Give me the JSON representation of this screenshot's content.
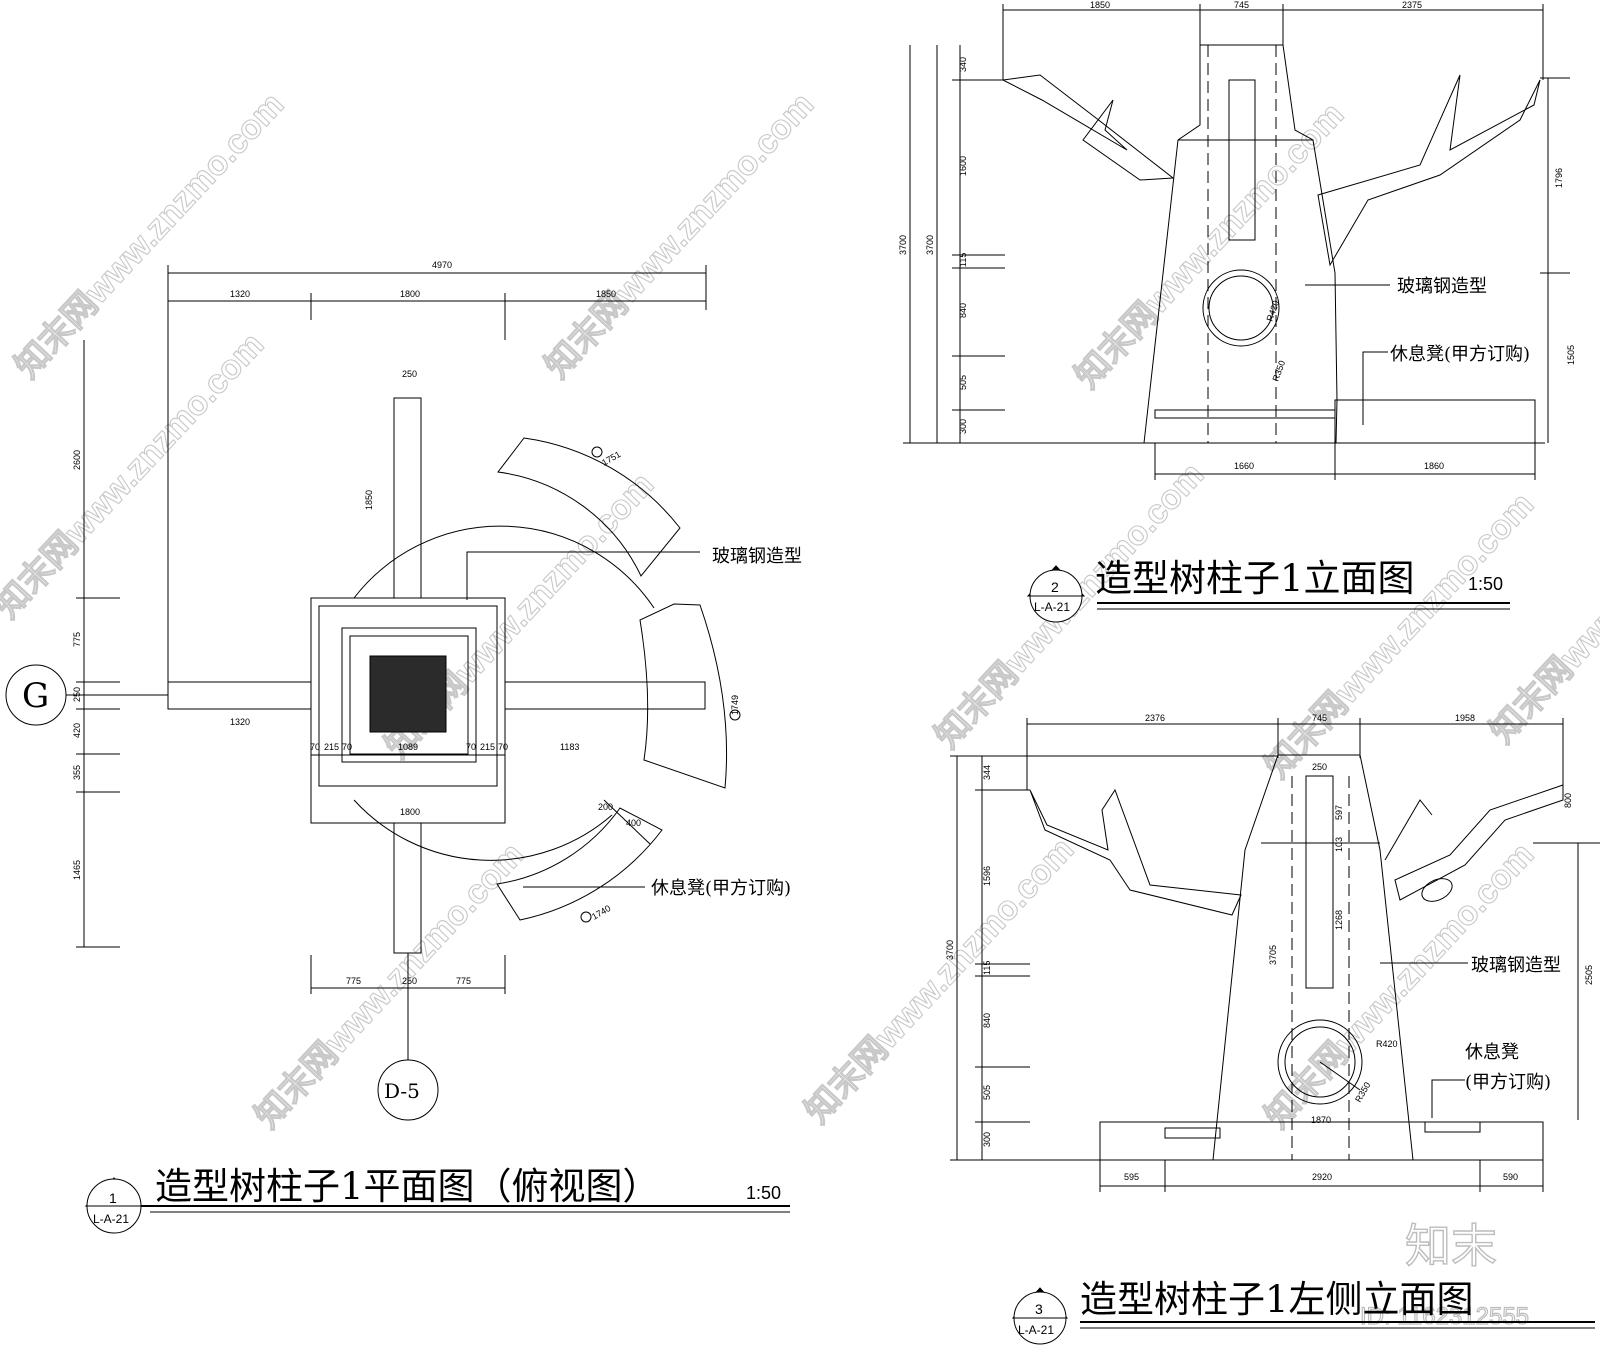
{
  "watermark": {
    "text": "知末网www.znzmo.com",
    "brand": "知末",
    "id": "ID: 1162312555"
  },
  "plan": {
    "title": "造型树柱子1平面图（俯视图）",
    "scale": "1:50",
    "tag": {
      "number": "1",
      "sheet": "L-A-21"
    },
    "grid_left": "G",
    "grid_bottom": "D-5",
    "label_frp": "玻璃钢造型",
    "label_bench": "休息凳(甲方订购)",
    "dims": {
      "total_width": "4970",
      "top_1": "1320",
      "top_2": "1800",
      "top_3": "1850",
      "arm_top_width": "250",
      "arm_top_len": "1850",
      "left_arm": "1320",
      "right_arm": "1183",
      "box_l1": "70",
      "box_l2": "215",
      "box_l3": "70",
      "inner": "1089",
      "box_r1": "70",
      "box_r2": "215",
      "box_r3": "70",
      "box_bottom": "1800",
      "bot_1": "775",
      "bot_2": "250",
      "bot_3": "775",
      "bench_200": "200",
      "bench_400": "400",
      "r_top_bench": "1751",
      "r_right_bench": "1749",
      "r_bottom_bench": "1740",
      "v_2600": "2600",
      "v_775": "775",
      "v_250": "250",
      "v_420": "420",
      "v_355": "355",
      "v_1465": "1465"
    }
  },
  "elev1": {
    "title": "造型树柱子1立面图",
    "scale": "1:50",
    "tag": {
      "number": "2",
      "sheet": "L-A-21"
    },
    "label_frp": "玻璃钢造型",
    "label_bench": "休息凳(甲方订购)",
    "dims": {
      "top_1": "1850",
      "top_2": "745",
      "top_3": "2375",
      "h_total_a": "3700",
      "h_total_b": "3700",
      "h_340": "340",
      "h_1600": "1600",
      "h_115": "115",
      "h_840": "840",
      "h_505": "505",
      "h_300": "300",
      "right_1796": "1796",
      "right_1505": "1505",
      "r420": "R420",
      "r350": "R350",
      "bot_1": "1660",
      "bot_2": "1860"
    }
  },
  "elev2": {
    "title": "造型树柱子1左侧立面图",
    "tag": {
      "number": "3",
      "sheet": "L-A-21"
    },
    "label_frp": "玻璃钢造型",
    "label_bench_1": "休息凳",
    "label_bench_2": "(甲方订购)",
    "dims": {
      "top_1": "2376",
      "top_2": "745",
      "top_3": "1958",
      "slot_w": "250",
      "s597": "597",
      "s103": "103",
      "s1268": "1268",
      "s3705": "3705",
      "right_800": "800",
      "right_2505": "2505",
      "h_total": "3700",
      "h_344": "344",
      "h_1596": "1596",
      "h_115": "115",
      "h_840": "840",
      "h_505": "505",
      "h_300": "300",
      "r420": "R420",
      "r350": "R350",
      "base_1870": "1870",
      "bot_1": "595",
      "bot_2": "2920",
      "bot_3": "590"
    }
  }
}
